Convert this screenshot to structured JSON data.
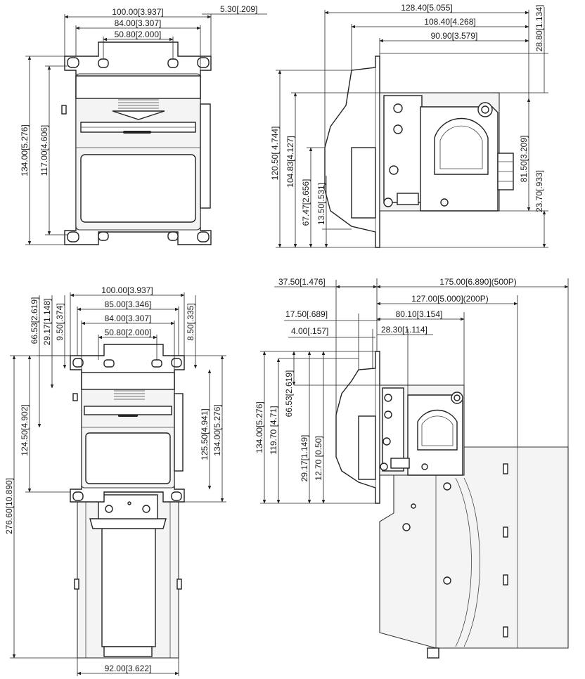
{
  "views": {
    "top_left_front": {
      "dims": {
        "w100": "100.00[3.937]",
        "w84": "84.00[3.307]",
        "w50": "50.80[2.000]",
        "d53": "5.30[.209]",
        "h134": "134.00[5.276]",
        "h117": "117.00[4.606]"
      }
    },
    "top_right_side": {
      "dims": {
        "d128": "128.40[5.055]",
        "d108": "108.40[4.268]",
        "d90": "90.90[3.579]",
        "d288": "28.80[1.134]",
        "d815": "81.50[3.209]",
        "d237": "23.70[.933]",
        "h1205": "120.50[ 4.744]",
        "h1048": "104.83[4.127]",
        "h6747": "67.47[2.656]",
        "h135": "13.50[.531]"
      }
    },
    "bottom_left_front": {
      "dims": {
        "w100": "100.00[3.937]",
        "w85": "85.00[3.346]",
        "w84": "84.00[3.307]",
        "w50": "50.80[2.000]",
        "v6653": "66.53[2.619]",
        "v2917": "29.17[1.148]",
        "v95": "9.50[.374]",
        "v85": "8.50[.335]",
        "h2766": "276.60[10.890]",
        "h1245": "124.50[4.902]",
        "h1255": "125.50[4.941]",
        "h134": "134.00[5.276]",
        "w92": "92.00[3.622]"
      }
    },
    "bottom_right_side": {
      "dims": {
        "d375": "37.50[1.476]",
        "d175": "175.00[6.890](500P)",
        "d127": "127.00[5.000](200P)",
        "d801": "80.10[3.154]",
        "d175b": "17.50[.689]",
        "d283": "28.30[1.114]",
        "d40": "4.00[.157]",
        "h134": "134.00[5.276]",
        "h1197": "119.70 [4.71]",
        "h6653": "66.53[2.619]",
        "h2917": "29.17[1.149]",
        "h127": "12.70 [0.50]"
      }
    }
  }
}
